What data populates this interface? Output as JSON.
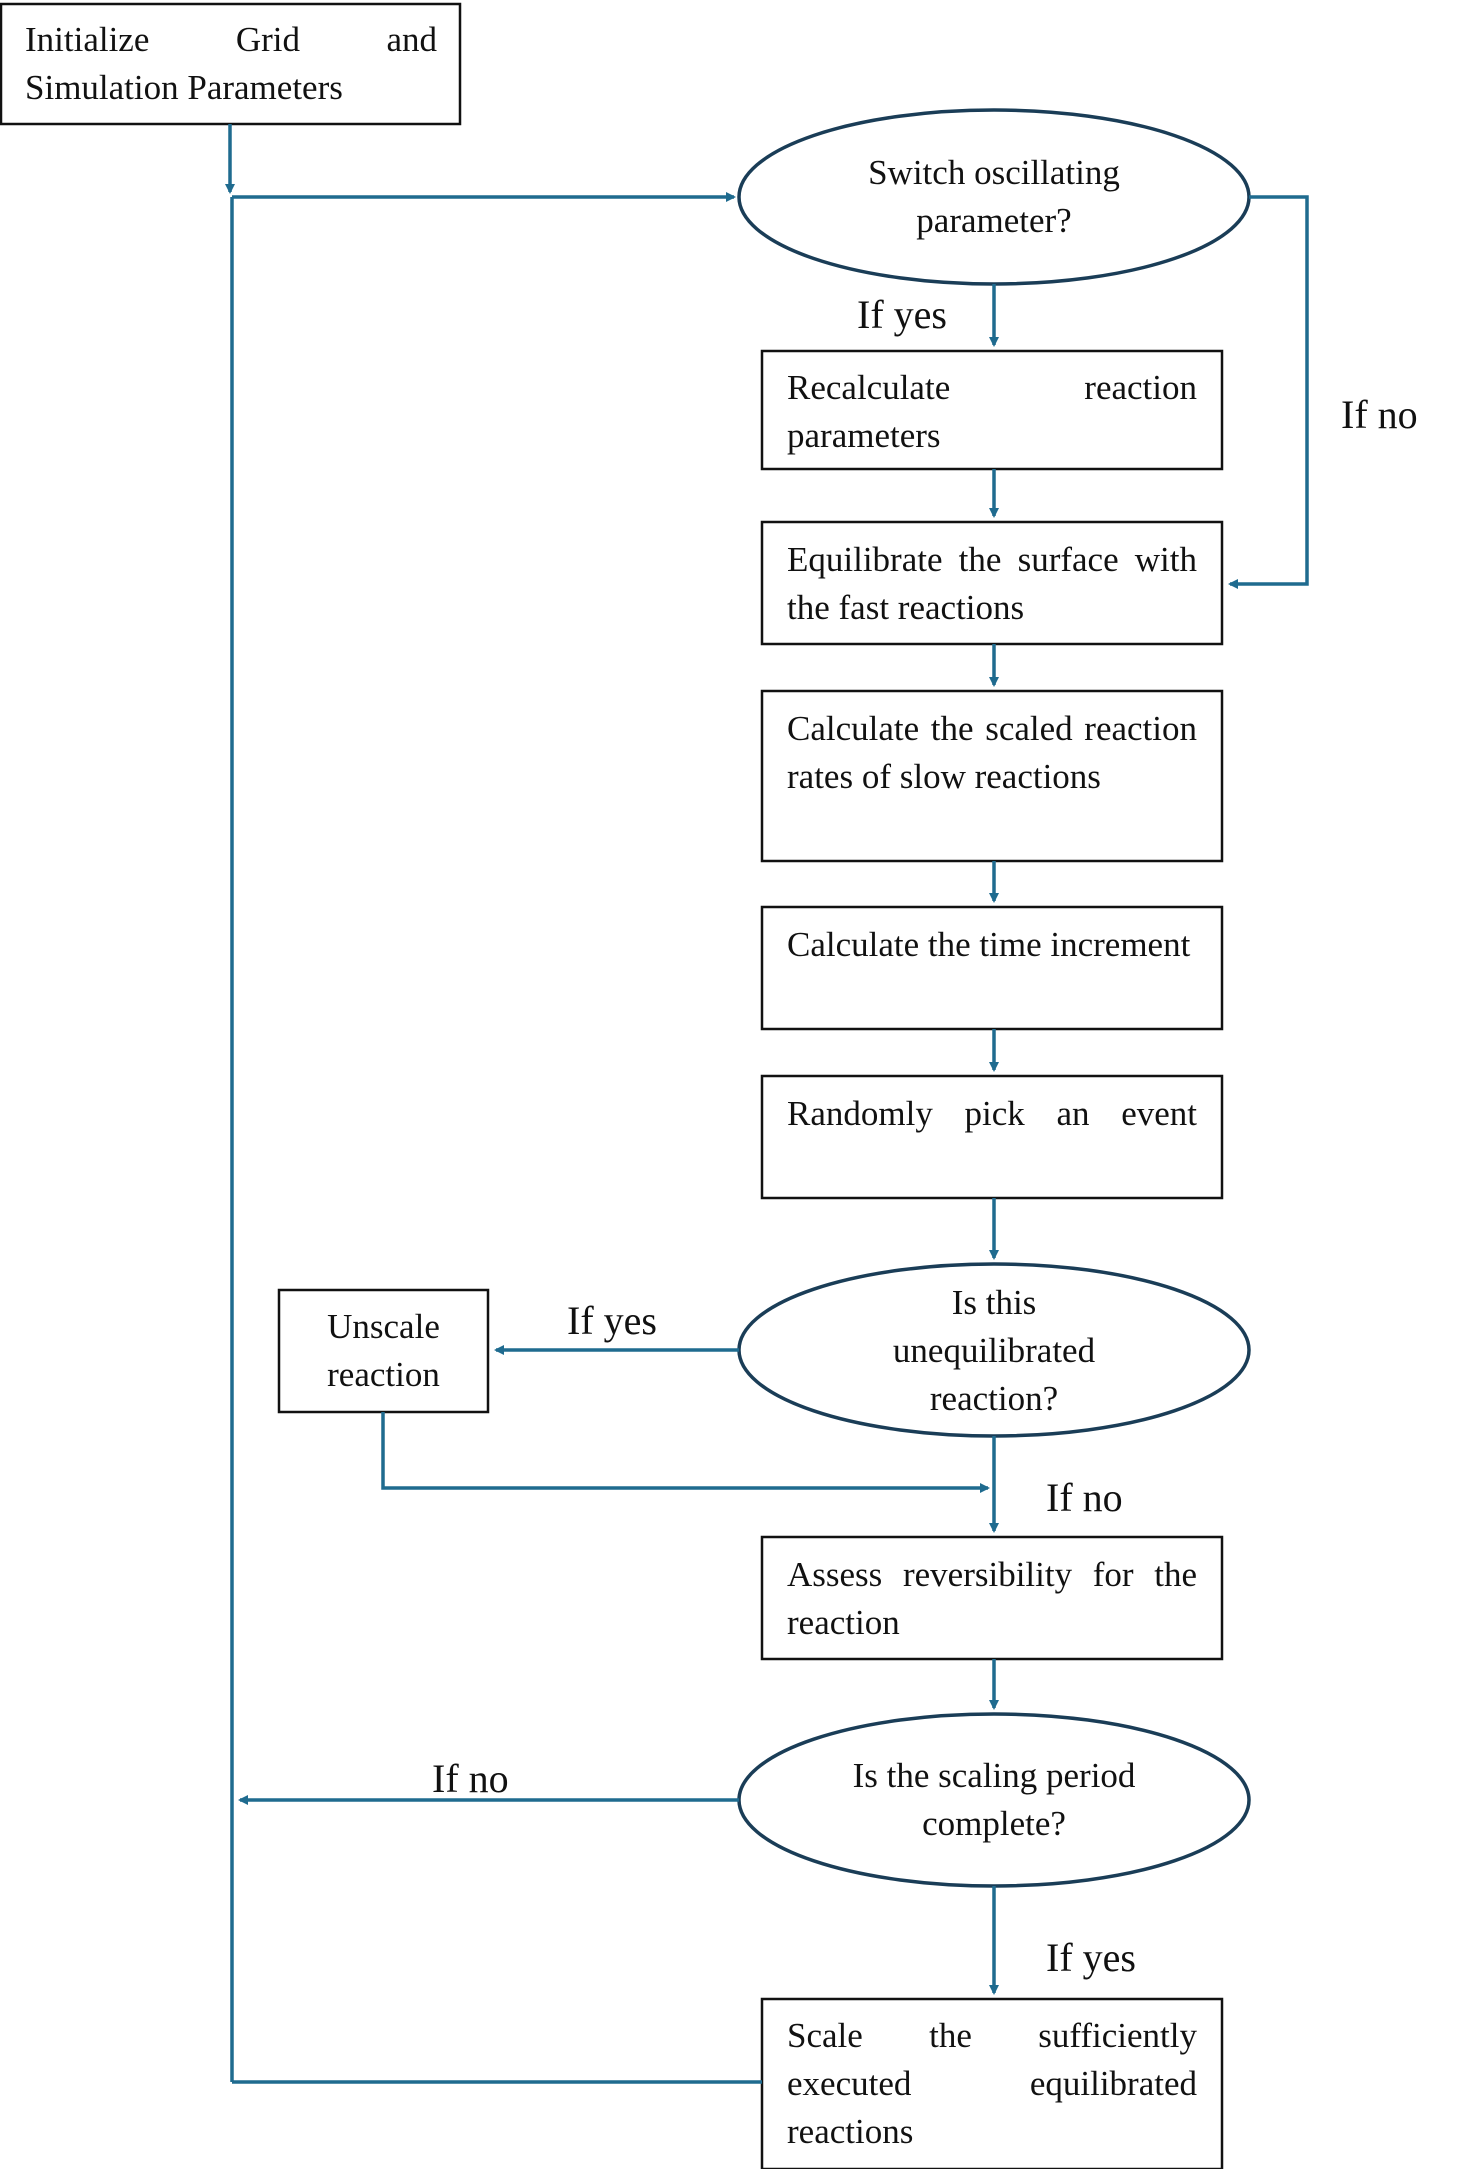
{
  "nodes": {
    "init": "Initialize Grid and Simulation Parameters",
    "switch_decision": "Switch oscillating parameter?",
    "recalc": "Recalculate reaction parameters",
    "equilibrate": "Equilibrate the surface with the fast reactions",
    "calc_rates": "Calculate the scaled reaction rates of slow reactions",
    "calc_time": "Calculate the time increment",
    "pick_event": "Randomly pick an event",
    "unequil_decision": "Is this unequilibrated reaction?",
    "unscale": "Unscale reaction",
    "assess": "Assess reversibility for the reaction",
    "scaling_decision": "Is the scaling period complete?",
    "scale": "Scale the sufficiently executed equilibrated reactions"
  },
  "labels": {
    "switch_yes": "If yes",
    "switch_no": "If no",
    "unequil_yes": "If yes",
    "unequil_no": "If no",
    "scaling_no": "If no",
    "scaling_yes": "If yes"
  },
  "colors": {
    "line": "#1f6b8f",
    "box_border": "#111111",
    "ellipse_border": "#1a3d57"
  }
}
